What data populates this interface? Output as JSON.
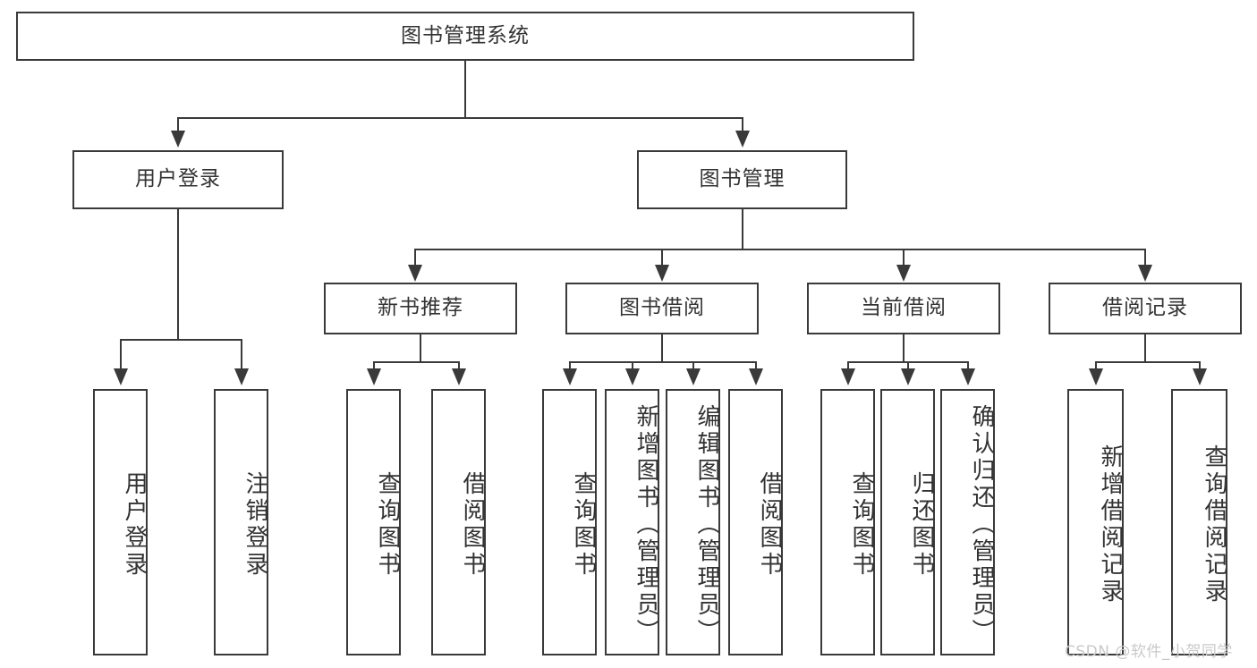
{
  "diagram": {
    "title": "图书管理系统",
    "type": "hierarchy-tree",
    "root": {
      "label": "图书管理系统"
    },
    "level2": [
      {
        "label": "用户登录"
      },
      {
        "label": "图书管理"
      }
    ],
    "level3": [
      {
        "label": "新书推荐"
      },
      {
        "label": "图书借阅"
      },
      {
        "label": "当前借阅"
      },
      {
        "label": "借阅记录"
      }
    ],
    "leaves": {
      "user_login": [
        {
          "label": "用户登录"
        },
        {
          "label": "注销登录"
        }
      ],
      "new_book_recommend": [
        {
          "label": "查询图书"
        },
        {
          "label": "借阅图书"
        }
      ],
      "book_borrow": [
        {
          "label": "查询图书"
        },
        {
          "label": "新增图书（管理员）"
        },
        {
          "label": "编辑图书（管理员）"
        },
        {
          "label": "借阅图书"
        }
      ],
      "current_borrow": [
        {
          "label": "查询图书"
        },
        {
          "label": "归还图书"
        },
        {
          "label": "确认归还（管理员）"
        }
      ],
      "borrow_record": [
        {
          "label": "新增借阅记录"
        },
        {
          "label": "查询借阅记录"
        }
      ]
    }
  },
  "watermark": {
    "text": "CSDN @软件_小贺同学"
  },
  "colors": {
    "stroke": "#3a3a3a",
    "text": "#333333",
    "background": "#ffffff",
    "watermark": "#c9c9c9"
  }
}
